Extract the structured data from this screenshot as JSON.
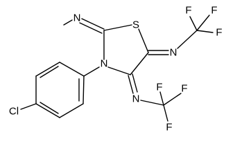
{
  "molecule": {
    "atoms": {
      "S": "S",
      "N_ring": "N",
      "N_methylimino": "N",
      "N_imine_upper": "N",
      "N_imine_lower": "N",
      "Cl": "Cl",
      "F_upper_1": "F",
      "F_upper_2": "F",
      "F_upper_3": "F",
      "F_lower_1": "F",
      "F_lower_2": "F",
      "F_lower_3": "F"
    }
  }
}
